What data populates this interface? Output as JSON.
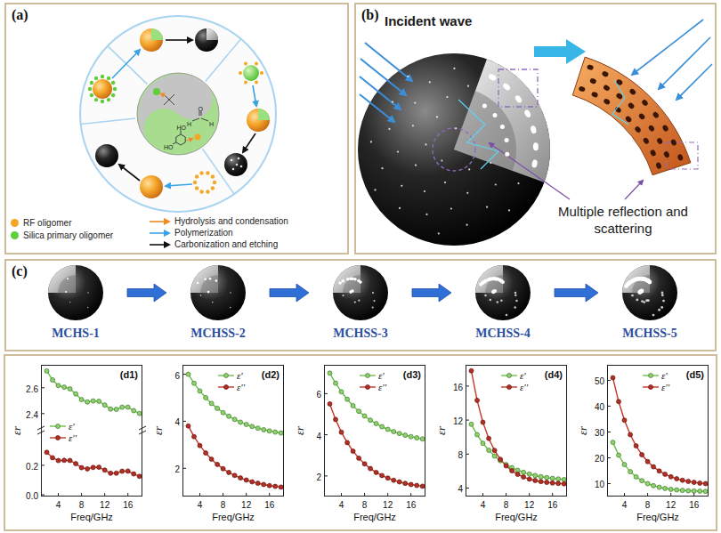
{
  "diagram": {
    "nodes": [
      {
        "text": [
          "(a)"
        ]
      },
      {
        "text": [
          "(b)"
        ]
      },
      {
        "text": [
          "(c)"
        ]
      },
      {
        "text": [
          "MCHS-1"
        ],
        "in": 2
      },
      {
        "text": [
          "MCHSS-2"
        ],
        "in": 2
      },
      {
        "text": [
          "MCHSS-3"
        ],
        "in": 2
      },
      {
        "text": [
          "MCHSS-4"
        ],
        "in": 2
      },
      {
        "text": [
          "MCHSS-5"
        ],
        "in": 2
      },
      {
        "text": [
          "(d1)"
        ]
      },
      {
        "text": [
          "(d2)"
        ]
      },
      {
        "text": [
          "(d3)"
        ]
      },
      {
        "text": [
          "(d4)"
        ]
      },
      {
        "text": [
          "(d5)"
        ]
      }
    ],
    "edges": [
      {
        "from": 3,
        "to": 4,
        "arrow": "to"
      },
      {
        "from": 4,
        "to": 5,
        "arrow": "to"
      },
      {
        "from": 5,
        "to": 6,
        "arrow": "to"
      },
      {
        "from": 6,
        "to": 7,
        "arrow": "to"
      }
    ],
    "labels": [
      "HO",
      "HO",
      "O",
      "H",
      "H",
      "Incident wave",
      "Multiple reflection and scattering",
      "εr",
      "2.6",
      "2.4",
      "0.2",
      "0.0",
      "4",
      "8",
      "12",
      "16",
      "Freq/GHz",
      "εr",
      "6",
      "4",
      "2",
      "4",
      "8",
      "12",
      "16",
      "Freq/GHz",
      "εr",
      "6",
      "4",
      "2",
      "4",
      "8",
      "12",
      "16",
      "Freq/GHz",
      "εr",
      "16",
      "12",
      "8",
      "4",
      "4",
      "8",
      "12",
      "16",
      "Freq/GHz",
      "εr",
      "50",
      "40",
      "30",
      "20",
      "10",
      "4",
      "8",
      "12",
      "16",
      "Freq/GHz"
    ],
    "legend": [
      {
        "text": "RF oligomer",
        "color": "#f5a623"
      },
      {
        "text": "Silica primary oligomer",
        "color": "#5ccf3a"
      },
      {
        "text": "Hydrolysis and condensation"
      },
      {
        "text": "Polymerization"
      },
      {
        "text": "Carbonization and etching"
      },
      {
        "text": "ε'"
      },
      {
        "text": "ε''"
      },
      {
        "text": "ε'"
      },
      {
        "text": "ε''"
      },
      {
        "text": "ε'"
      },
      {
        "text": "ε''"
      },
      {
        "text": "ε'"
      },
      {
        "text": "ε''"
      },
      {
        "text": "ε'"
      },
      {
        "text": "ε''"
      }
    ]
  }
}
